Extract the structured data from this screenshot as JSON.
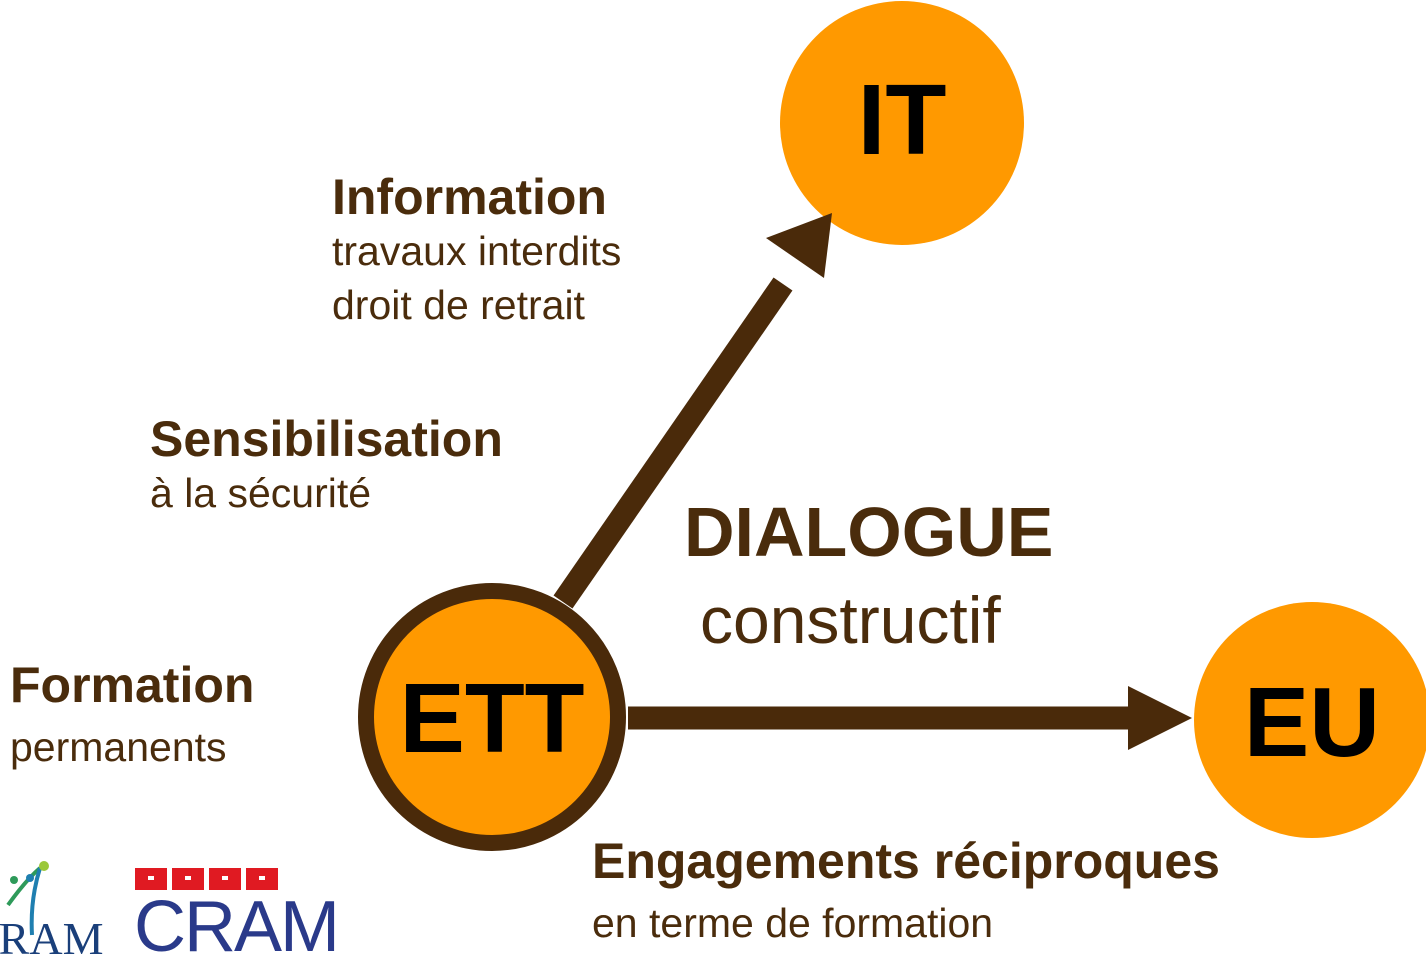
{
  "nodes": {
    "it": "IT",
    "ett": "ETT",
    "eu": "EU"
  },
  "labels": {
    "information": {
      "title": "Information",
      "line1": "travaux interdits",
      "line2": "droit de retrait"
    },
    "sensibilisation": {
      "title": "Sensibilisation",
      "line1": "à la sécurité"
    },
    "formation": {
      "title": "Formation",
      "line1": "permanents"
    },
    "dialogue": {
      "title": "DIALOGUE",
      "line1": "constructif"
    },
    "engagements": {
      "title": "Engagements réciproques",
      "line1": "en terme de formation"
    }
  },
  "logos": {
    "left": "CRAM",
    "right": "CRAM"
  },
  "colors": {
    "node_fill": "#ff9900",
    "arrow": "#4a2a0a",
    "text_brown": "#4a2c0c"
  }
}
